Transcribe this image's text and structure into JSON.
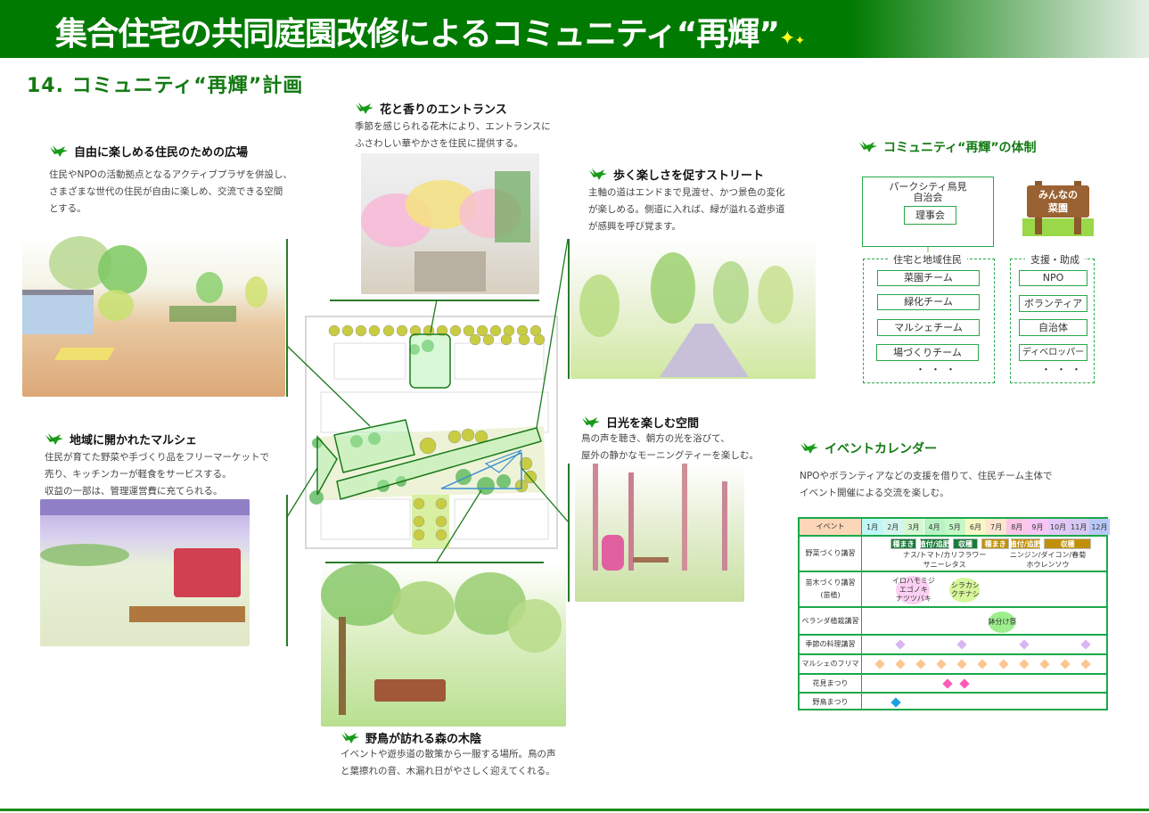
{
  "header": {
    "title": "集合住宅の共同庭園改修によるコミュニティ“再輝”",
    "sparkle": "✦"
  },
  "subtitle": "14. コミュニティ“再輝”計画",
  "sections": {
    "plaza": {
      "title": "自由に楽しめる住民のための広場",
      "lines": [
        "住民やNPOの活動拠点となるアクティブプラザを併設し、",
        "さまざまな世代の住民が自由に楽しめ、交流できる空間",
        "とする。"
      ]
    },
    "entrance": {
      "title": "花と香りのエントランス",
      "lines": [
        "季節を感じられる花木により、エントランスに",
        "ふさわしい華やかさを住民に提供する。"
      ]
    },
    "street": {
      "title": "歩く楽しさを促すストリート",
      "lines": [
        "主軸の道はエンドまで見渡せ、かつ景色の変化",
        "が楽しめる。側道に入れば、緑が溢れる遊歩道",
        "が感興を呼び覚ます。"
      ]
    },
    "marche": {
      "title": "地域に開かれたマルシェ",
      "lines": [
        "住民が育てた野菜や手づくり品をフリーマーケットで",
        "売り、キッチンカーが軽食をサービスする。",
        "収益の一部は、管理運営費に充てられる。"
      ]
    },
    "sunlight": {
      "title": "日光を楽しむ空間",
      "lines": [
        "鳥の声を聴き、朝方の光を浴びて、",
        "屋外の静かなモーニングティーを楽しむ。"
      ]
    },
    "forest": {
      "title": "野鳥が訪れる森の木陰",
      "lines": [
        "イベントや遊歩道の散策から一服する場所。鳥の声",
        "と葉擦れの音、木漏れ日がやさしく迎えてくれる。"
      ]
    }
  },
  "org": {
    "title": "コミュニティ“再輝”の体制",
    "top_box": {
      "line1": "パークシティ鳥見",
      "line2": "自治会",
      "inner": "理事会"
    },
    "sign": {
      "line1": "みんなの",
      "line2": "菜園"
    },
    "residents": {
      "label": "住宅と地域住民",
      "items": [
        "菜園チーム",
        "緑化チーム",
        "マルシェチーム",
        "場づくりチーム"
      ],
      "more": "・・・"
    },
    "support": {
      "label": "支援・助成",
      "items": [
        "NPO",
        "ボランティア",
        "自治体",
        "ディベロッパー"
      ],
      "more": "・・・"
    }
  },
  "events": {
    "title": "イベントカレンダー",
    "lines": [
      "NPOやボランティアなどの支援を借りて、住民チーム主体で",
      "イベント開催による交流を楽しむ。"
    ],
    "header_label": "イベント",
    "months": [
      "1月",
      "2月",
      "3月",
      "4月",
      "5月",
      "6月",
      "7月",
      "8月",
      "9月",
      "10月",
      "11月",
      "12月"
    ],
    "month_colors": [
      "#bff7f7",
      "#d4f6ee",
      "#d6f7d2",
      "#b9f3c4",
      "#c6f7c6",
      "#f7f7c6",
      "#fde6cf",
      "#fcc6e6",
      "#f8c6f6",
      "#e2c8f7",
      "#d6c8f2",
      "#b9c9f7"
    ],
    "header_color": "#fcd6b6",
    "rows": [
      {
        "label": "野菜づくり講習",
        "bars": [
          {
            "text": "種まき",
            "start": 2.4,
            "end": 3.7,
            "color": "g"
          },
          {
            "text": "植付/追肥",
            "start": 3.8,
            "end": 5.3,
            "color": "g"
          },
          {
            "text": "収穫",
            "start": 5.4,
            "end": 6.7,
            "color": "g"
          },
          {
            "text": "種まき",
            "start": 6.8,
            "end": 8.2,
            "color": "o"
          },
          {
            "text": "植付/追肥",
            "start": 8.2,
            "end": 9.7,
            "color": "o"
          },
          {
            "text": "収穫",
            "start": 9.8,
            "end": 12.2,
            "color": "o"
          }
        ],
        "crops": [
          {
            "lines": [
              "ナス/トマト/カリフラワー",
              "サニーレタス"
            ],
            "month": 4.5
          },
          {
            "lines": [
              "ニンジン/ダイコン/春菊",
              "ホウレンソウ"
            ],
            "month": 9.5
          }
        ]
      },
      {
        "label": "苗木づくり講習\n(苗植)",
        "blobs": [
          {
            "lines": [
              "イロハモミジ",
              "エゴノキ",
              "ナツツバキ"
            ],
            "month": 3.0,
            "color": "#fcd0f2"
          },
          {
            "lines": [
              "シラカシ",
              "クチナシ"
            ],
            "month": 5.5,
            "color": "#d6f79a"
          }
        ]
      },
      {
        "label": "ベランダ植栽講習",
        "blobs": [
          {
            "lines": [
              "鉢分け祭"
            ],
            "month": 7.3,
            "color": "#9cef8c"
          }
        ]
      },
      {
        "label": "季節の料理講習",
        "diamonds": [
          2,
          5,
          8,
          11
        ],
        "color": "#d9b6f2"
      },
      {
        "label": "マルシェのフリマ",
        "diamonds": [
          1,
          2,
          3,
          4,
          5,
          6,
          7,
          8,
          9,
          10,
          11
        ],
        "color": "#fcc690"
      },
      {
        "label": "花見まつり",
        "diamonds": [
          4.3,
          5.1
        ],
        "color": "#fc5ab8"
      },
      {
        "label": "野鳥まつり",
        "diamonds": [
          1.8
        ],
        "color": "#1aa0e0"
      }
    ]
  },
  "colors": {
    "brand_green": "#007a00",
    "line_green": "#2aa84a"
  }
}
